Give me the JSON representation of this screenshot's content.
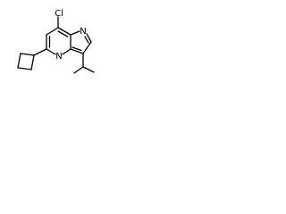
{
  "structure": {
    "atom_labels": {
      "chlorine": "Cl",
      "pyrazole_nitrogen": "N",
      "pyrimidine_nitrogen": "N"
    }
  },
  "colors": {
    "bond": "#000000",
    "label": "#000000",
    "background": "#ffffff"
  }
}
